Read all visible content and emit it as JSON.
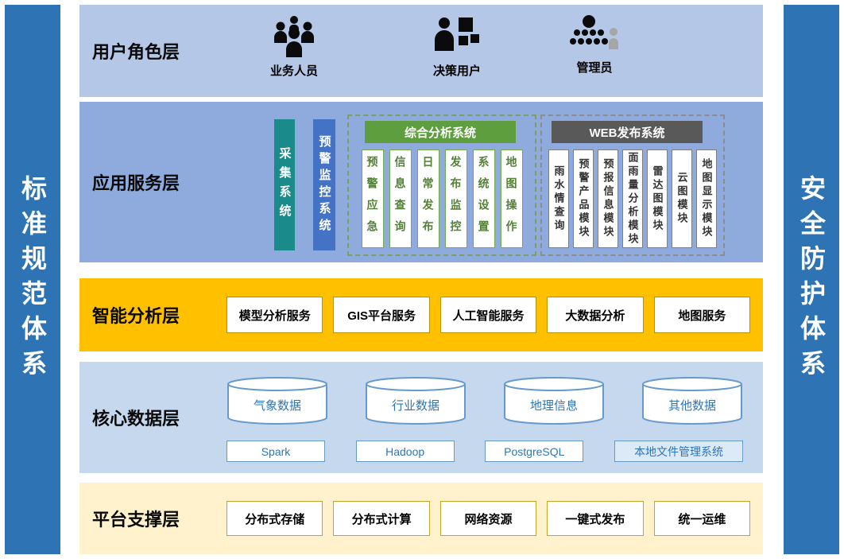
{
  "sidebars": {
    "left": "标准规范体系",
    "right": "安全防护体系"
  },
  "user_role_layer": {
    "label": "用户角色层",
    "roles": [
      "业务人员",
      "决策用户",
      "管理员"
    ]
  },
  "app_service_layer": {
    "label": "应用服务层",
    "collection_system": "采集系统",
    "warning_system": "预警监控系统",
    "analysis_system": {
      "title": "综合分析系统",
      "modules": [
        "预警应急",
        "信息查询",
        "日常发布",
        "发布监控",
        "系统设置",
        "地图操作"
      ]
    },
    "web_system": {
      "title": "WEB发布系统",
      "modules": [
        "雨水情查询",
        "预警产品模块",
        "预报信息模块",
        "面雨量分析模块",
        "雷达图模块",
        "云图模块",
        "地图显示模块"
      ]
    }
  },
  "analysis_layer": {
    "label": "智能分析层",
    "services": [
      "模型分析服务",
      "GIS平台服务",
      "人工智能服务",
      "大数据分析",
      "地图服务"
    ]
  },
  "data_layer": {
    "label": "核心数据层",
    "databases": [
      "气象数据",
      "行业数据",
      "地理信息",
      "其他数据"
    ],
    "storage": [
      "Spark",
      "Hadoop",
      "PostgreSQL",
      "本地文件管理系统"
    ]
  },
  "platform_layer": {
    "label": "平台支撑层",
    "capabilities": [
      "分布式存储",
      "分布式计算",
      "网络资源",
      "一键式发布",
      "统一运维"
    ]
  },
  "icons": [
    "business-staff-icon",
    "decision-user-icon",
    "admin-icon"
  ],
  "colors": {
    "sidebar_blue": "#2E74B5",
    "user_layer_bg": "#B4C7E7",
    "app_layer_bg": "#8FAADC",
    "analysis_layer_bg": "#FFC000",
    "data_layer_bg": "#C5D8ED",
    "platform_layer_bg": "#FFF2CC",
    "collection_teal": "#1B8A8A",
    "warning_blue": "#4472C4",
    "analysis_green": "#5E9E3E",
    "web_gray": "#595959",
    "db_blue": "#2E75B6"
  }
}
